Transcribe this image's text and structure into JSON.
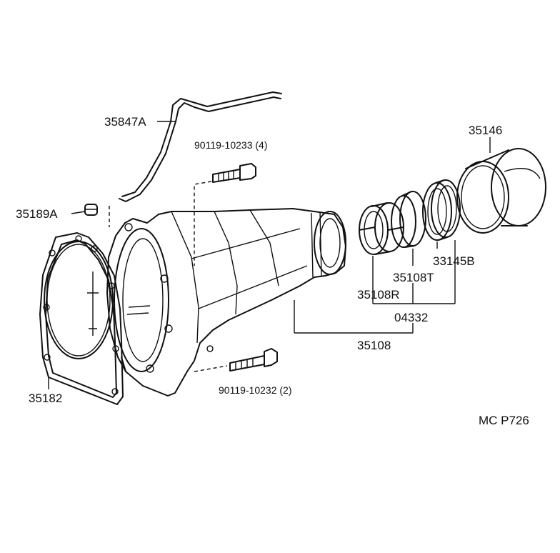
{
  "diagram": {
    "parts": {
      "tube": "35847A",
      "plug": "35189A",
      "bolt_upper": "90119-10233 (4)",
      "bolt_lower": "90119-10232 (2)",
      "gasket": "35182",
      "housing_dust_cover": "35146",
      "seal_33145B": "33145B",
      "bearing_35108T": "35108T",
      "bearing_35108R": "35108R",
      "kit_04332": "04332",
      "bearing_35108": "35108"
    },
    "figure_code": "MC P726"
  }
}
